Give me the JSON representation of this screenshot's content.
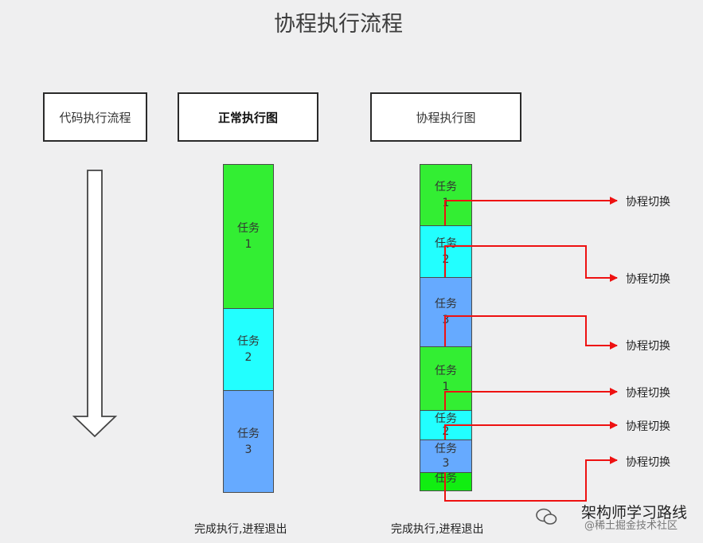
{
  "title": "协程执行流程",
  "headers": {
    "code_flow": "代码执行流程",
    "normal": "正常执行图",
    "coroutine": "协程执行图"
  },
  "normal_tasks": [
    {
      "label": "任务",
      "num": "1",
      "color": "#33ee33"
    },
    {
      "label": "任务",
      "num": "2",
      "color": "#22ffff"
    },
    {
      "label": "任务",
      "num": "3",
      "color": "#66aaff"
    }
  ],
  "coroutine_tasks": [
    {
      "label": "任务",
      "num": "1",
      "color": "#33ee33"
    },
    {
      "label": "任务",
      "num": "2",
      "color": "#22ffff"
    },
    {
      "label": "任务",
      "num": "3",
      "color": "#66aaff"
    },
    {
      "label": "任务",
      "num": "1",
      "color": "#33ee33"
    },
    {
      "label": "任务",
      "num": "2",
      "color": "#22ffff"
    },
    {
      "label": "任务",
      "num": "3",
      "color": "#66aaff"
    },
    {
      "label": "任务",
      "num": "",
      "color": "#11ee11"
    }
  ],
  "switch_label": "协程切换",
  "footer_normal": "完成执行,进程退出",
  "footer_coroutine": "完成执行,进程退出",
  "watermark": {
    "main": "架构师学习路线",
    "sub": "@稀土掘金技术社区"
  },
  "colors": {
    "arrow_red": "#ee1111",
    "background": "#efeff0"
  }
}
